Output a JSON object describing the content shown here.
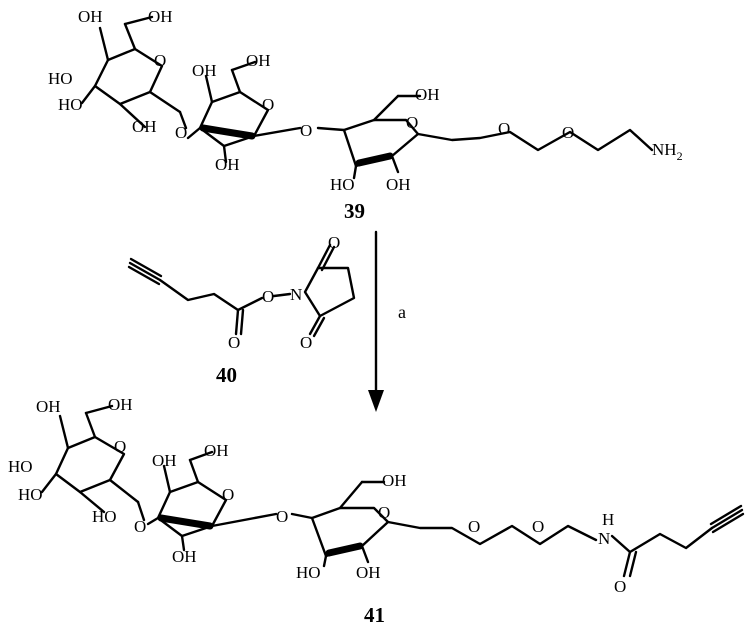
{
  "compounds": {
    "c39": "39",
    "c40": "40",
    "c41": "41"
  },
  "reaction": {
    "condition": "a"
  },
  "atoms": {
    "oh": "OH",
    "ho": "HO",
    "o": "O",
    "n": "N",
    "h": "H",
    "nh": "NH",
    "h2": "2"
  }
}
